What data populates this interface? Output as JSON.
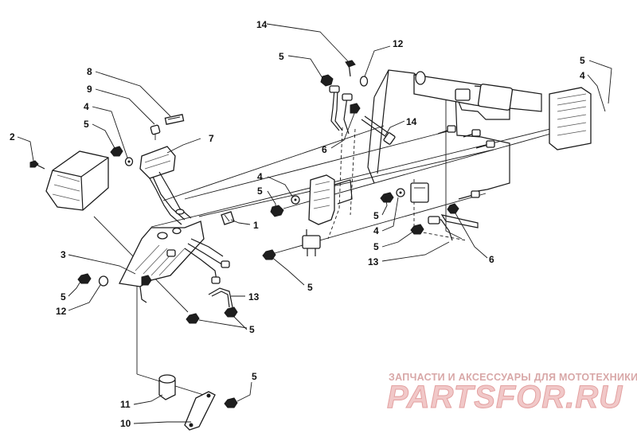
{
  "callouts": {
    "c1": "1",
    "c2": "2",
    "c3": "3",
    "c4a": "4",
    "c4b": "4",
    "c4c": "4",
    "c4d": "4",
    "c5a": "5",
    "c5b": "5",
    "c5c": "5",
    "c5d": "5",
    "c5e": "5",
    "c5f": "5",
    "c5g": "5",
    "c5h": "5",
    "c5i": "5",
    "c5j": "5",
    "c6a": "6",
    "c6b": "6",
    "c7": "7",
    "c8": "8",
    "c9": "9",
    "c10": "10",
    "c11": "11",
    "c12a": "12",
    "c12b": "12",
    "c13a": "13",
    "c13b": "13",
    "c14a": "14",
    "c14b": "14"
  },
  "watermark": {
    "tagline": "ЗАПЧАСТИ И АКСЕССУАРЫ ДЛЯ МОТОТЕХНИКИ",
    "logo": "PARTSFOR.RU"
  },
  "colors": {
    "line": "#1a1a1a",
    "watermark_text": "#d8a7a7",
    "watermark_logo": "#f1c8c8"
  }
}
